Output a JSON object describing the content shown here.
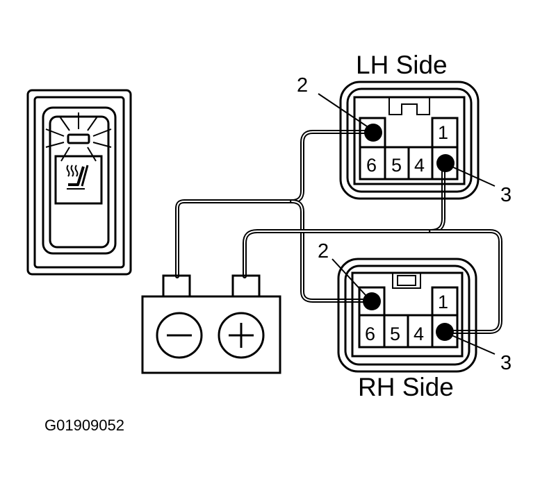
{
  "labels": {
    "lh_side": "LH Side",
    "rh_side": "RH Side",
    "figure_id": "G01909052"
  },
  "lh_connector": {
    "top_right_pin": "1",
    "bottom_pins": [
      "6",
      "5",
      "4"
    ],
    "callout_upper": "2",
    "callout_lower": "3"
  },
  "rh_connector": {
    "top_right_pin": "1",
    "bottom_pins": [
      "6",
      "5",
      "4"
    ],
    "callout_upper": "2",
    "callout_lower": "3"
  },
  "battery": {
    "negative_symbol": "−",
    "positive_symbol": "+"
  },
  "switch": {
    "icon": "seat-heater-icon"
  }
}
